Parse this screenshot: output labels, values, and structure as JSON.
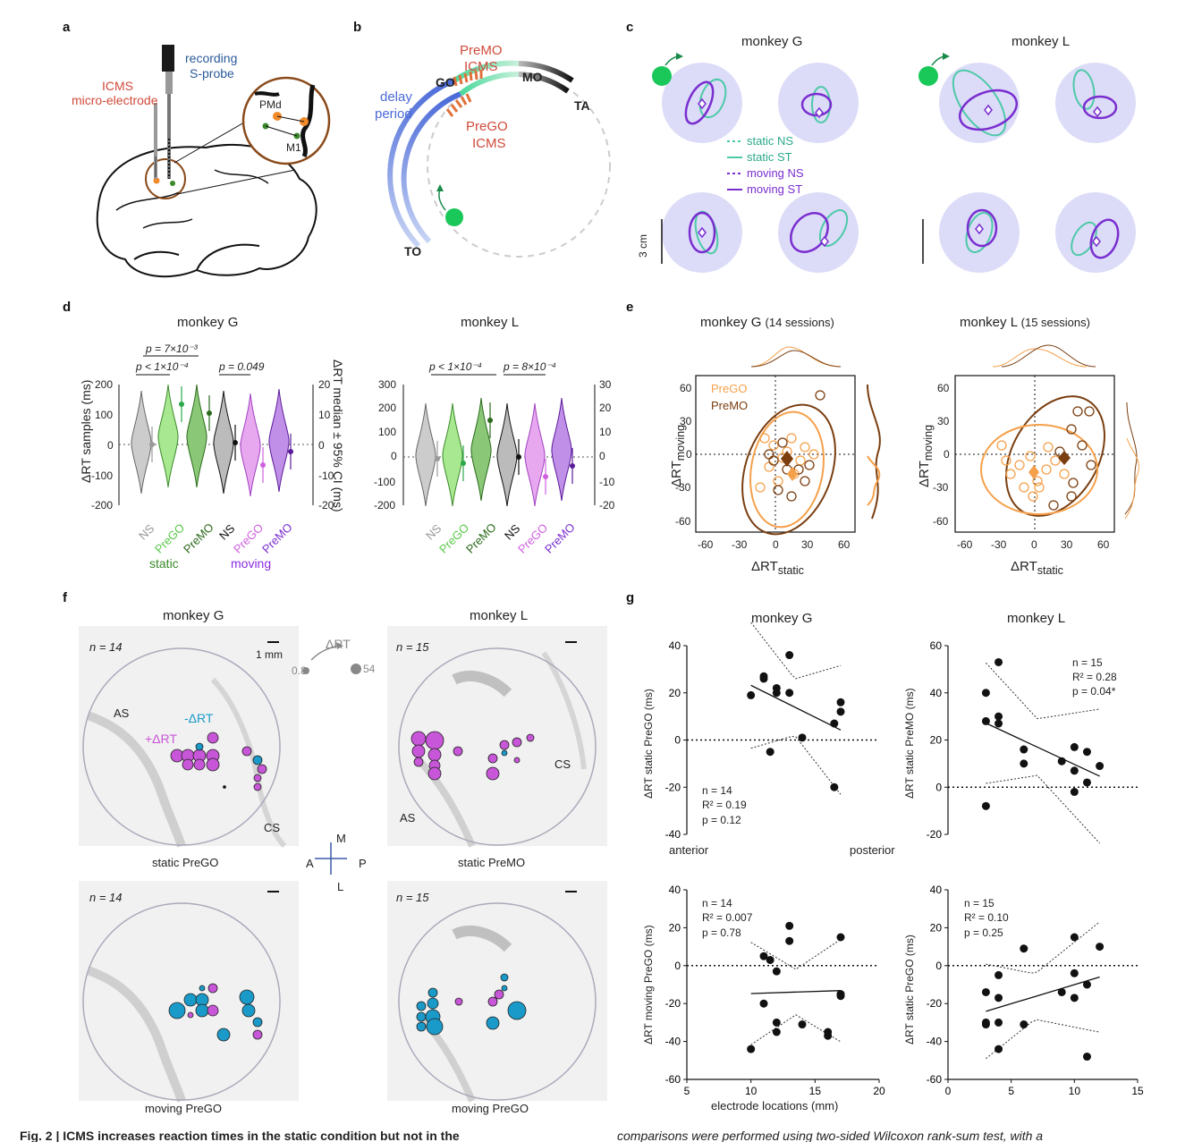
{
  "panel_letters": {
    "a": "a",
    "b": "b",
    "c": "c",
    "d": "d",
    "e": "e",
    "f": "f",
    "g": "g"
  },
  "panel_a": {
    "recording_line1": "recording",
    "recording_line2": "S-probe",
    "icms_line1": "ICMS",
    "icms_line2": "micro-electrode",
    "pmd": "PMd",
    "m1": "M1"
  },
  "panel_b": {
    "delay1": "delay",
    "delay2": "period",
    "go": "GO",
    "mo": "MO",
    "ta": "TA",
    "to": "TO",
    "premo1": "PreMO",
    "premo2": "ICMS",
    "prego1": "PreGO",
    "prego2": "ICMS"
  },
  "panel_c": {
    "title_g": "monkey G",
    "title_l": "monkey L",
    "legend": [
      "static NS",
      "static ST",
      "moving NS",
      "moving ST"
    ],
    "scale": "3 cm"
  },
  "panel_d": {
    "title_g": "monkey G",
    "title_l": "monkey L",
    "ylabel_left": "ΔRT samples (ms)",
    "ylabel_right": "ΔRT median ± 95% CI (ms)",
    "p_g1": "p = 7×10⁻³",
    "p_g2": "p < 1×10⁻⁴",
    "p_g3": "p = 0.049",
    "p_l1": "p < 1×10⁻⁴",
    "p_l2": "p = 8×10⁻⁴",
    "static": "static",
    "moving": "moving",
    "ticks_left_g": [
      "200",
      "100",
      "0",
      "-100",
      "-200"
    ],
    "ticks_right_g": [
      "20",
      "10",
      "0",
      "-10",
      "-20"
    ],
    "ticks_left_l": [
      "300",
      "200",
      "100",
      "0",
      "-100",
      "-200"
    ],
    "ticks_right_l": [
      "30",
      "20",
      "10",
      "0",
      "-10",
      "-20"
    ],
    "cats": [
      "NS",
      "PreGO",
      "PreMO",
      "NS",
      "PreGO",
      "PreMO"
    ]
  },
  "panel_e": {
    "title_g": "monkey G",
    "sessions_g": "(14 sessions)",
    "title_l": "monkey L",
    "sessions_l": "(15 sessions)",
    "legend_prego": "PreGO",
    "legend_premo": "PreMO",
    "xlabel_main": "ΔRT",
    "xlabel_sub": "static",
    "ylabel_main": "ΔRT",
    "ylabel_sub": "moving",
    "ticks": [
      "-60",
      "-30",
      "0",
      "30",
      "60"
    ]
  },
  "panel_f": {
    "title_g": "monkey G",
    "title_l": "monkey L",
    "n14": "n = 14",
    "n15": "n = 15",
    "scale": "1 mm",
    "drt": "ΔRT",
    "drt_min": "0.8",
    "drt_max": "54",
    "minus_drt": "-ΔRT",
    "plus_drt": "+ΔRT",
    "as": "AS",
    "cs": "CS",
    "caption_tl": "static PreGO",
    "caption_tr": "static PreMO",
    "caption_bl": "moving PreGO",
    "caption_br": "moving PreGO",
    "compass": {
      "m": "M",
      "l": "L",
      "a": "A",
      "p": "P"
    }
  },
  "panel_g": {
    "title_g": "monkey G",
    "title_l": "monkey L",
    "stats_tl": [
      "n = 14",
      "R² = 0.19",
      "p = 0.12"
    ],
    "stats_tr": [
      "n = 15",
      "R² = 0.28",
      "p = 0.04*"
    ],
    "stats_bl": [
      "n = 14",
      "R² = 0.007",
      "p = 0.78"
    ],
    "stats_br": [
      "n = 15",
      "R² = 0.10",
      "p = 0.25"
    ],
    "ylabel_tl": "ΔRT static PreGO (ms)",
    "ylabel_tr": "ΔRT static PreMO (ms)",
    "ylabel_bl": "ΔRT moving PreGO (ms)",
    "ylabel_br": "ΔRT static PreGO (ms)",
    "anterior": "anterior",
    "posterior": "posterior",
    "xlabel": "electrode locations (mm)",
    "ticks_y_tl": [
      "40",
      "20",
      "0",
      "-20",
      "-40"
    ],
    "ticks_y_tr": [
      "60",
      "40",
      "20",
      "0",
      "-20"
    ],
    "ticks_y_b": [
      "40",
      "20",
      "0",
      "-20",
      "-40",
      "-60"
    ],
    "ticks_x_l": [
      "5",
      "10",
      "15",
      "20"
    ],
    "ticks_x_r": [
      "0",
      "5",
      "10",
      "15"
    ]
  },
  "caption_left": "Fig. 2 | ICMS increases reaction times in the static condition but not in the",
  "caption_right": "comparisons were performed using two-sided Wilcoxon rank-sum test, with a",
  "colors": {
    "prego_light": "#f5a04a",
    "premo_dark": "#7a3e10",
    "static_green": "#2aa84a",
    "moving_purple": "#8a2be2",
    "blue": "#1a9ac9",
    "magenta": "#c856d8",
    "teal": "#4ec9a8",
    "violet": "#7a2ed0"
  },
  "chart_data": [
    {
      "type": "scatter",
      "title": "monkey G",
      "xlabel": "electrode locations (mm)",
      "ylabel": "ΔRT static PreGO (ms)",
      "xlim": [
        5,
        20
      ],
      "ylim": [
        -40,
        40
      ],
      "x": [
        10,
        11,
        11,
        12,
        12,
        13,
        13,
        14,
        11.5,
        16.5,
        17,
        17,
        16.5
      ],
      "y": [
        19,
        26,
        27,
        22,
        20,
        36,
        20,
        1,
        -5,
        7,
        16,
        12,
        -20
      ]
    },
    {
      "type": "scatter",
      "title": "monkey L",
      "ylabel": "ΔRT static PreMO (ms)",
      "xlim": [
        0,
        15
      ],
      "ylim": [
        -20,
        60
      ],
      "x": [
        3,
        4,
        4,
        4,
        3,
        6,
        6,
        9,
        10,
        10,
        11,
        11,
        12,
        10,
        3
      ],
      "y": [
        40,
        53,
        30,
        27,
        28,
        16,
        10,
        11,
        17,
        7,
        15,
        2,
        9,
        -2,
        -8
      ]
    },
    {
      "type": "scatter",
      "ylabel": "ΔRT moving PreGO (ms)",
      "xlabel": "electrode locations (mm)",
      "xlim": [
        5,
        20
      ],
      "ylim": [
        -60,
        40
      ],
      "x": [
        10,
        11,
        11,
        12,
        12,
        12,
        13,
        13,
        14,
        16,
        16,
        17,
        17,
        17,
        11.5
      ],
      "y": [
        -44,
        5,
        -20,
        -30,
        -35,
        -3,
        21,
        13,
        -31,
        -35,
        -37,
        15,
        -15,
        -16,
        3
      ]
    },
    {
      "type": "scatter",
      "ylabel": "ΔRT static PreGO (ms)",
      "xlim": [
        0,
        15
      ],
      "ylim": [
        -60,
        40
      ],
      "x": [
        3,
        3,
        3,
        4,
        4,
        4,
        4,
        6,
        6,
        9,
        10,
        10,
        10,
        11,
        11,
        12
      ],
      "y": [
        -14,
        -31,
        -30,
        -5,
        -17,
        -30,
        -44,
        9,
        -31,
        -14,
        15,
        -4,
        -17,
        -10,
        -48,
        10
      ]
    }
  ]
}
